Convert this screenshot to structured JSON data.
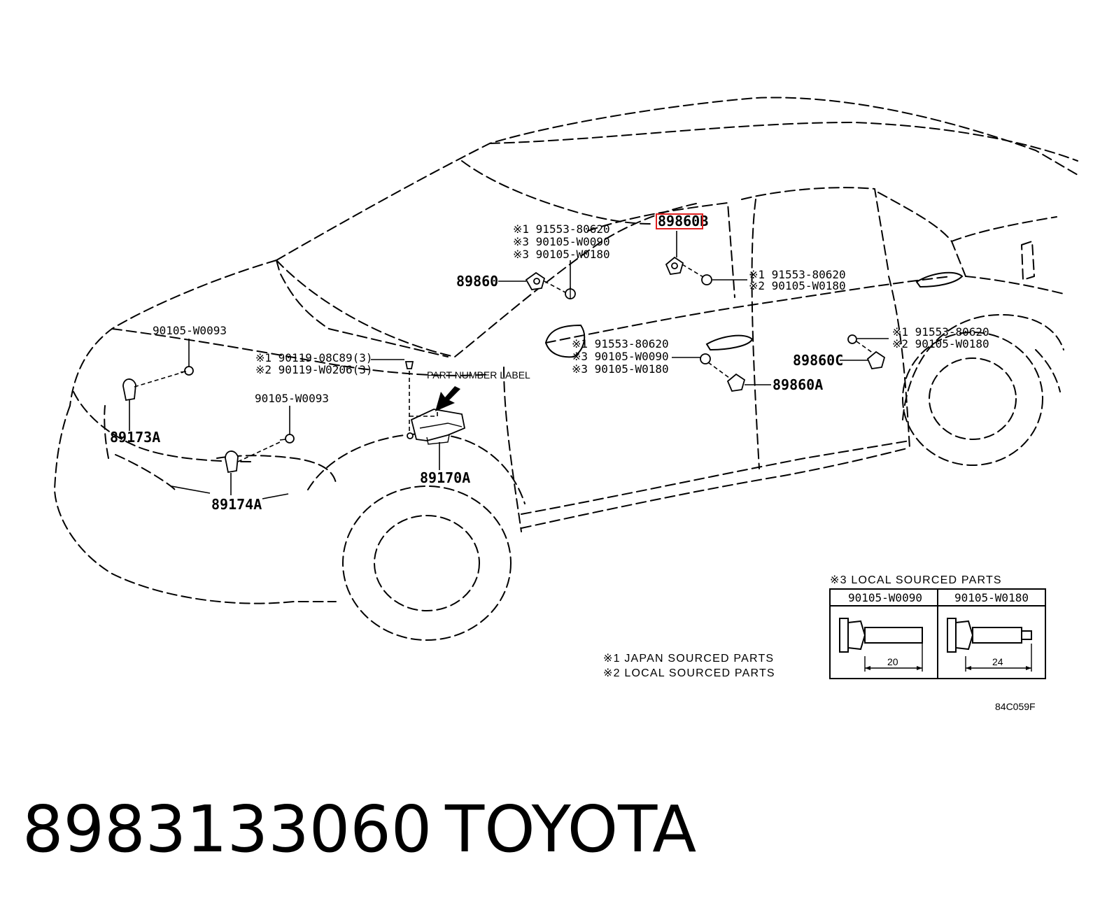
{
  "labels": {
    "p89860": "89860",
    "p89860B": "89860B",
    "p89860A": "89860A",
    "p89860C": "89860C",
    "p89170A": "89170A",
    "p89173A": "89173A",
    "p89174A": "89174A",
    "bolt_hood": "90105-W0093",
    "bolt_front": "90105-W0093",
    "part_number_label": "PART NUMBER LABEL",
    "g1": [
      "※1 91553-80620",
      "※3 90105-W0090",
      "※3 90105-W0180"
    ],
    "g2": [
      "※1 91553-80620",
      "※2 90105-W0180"
    ],
    "g3": [
      "※1 91553-80620",
      "※3 90105-W0090",
      "※3 90105-W0180"
    ],
    "g4": [
      "※1 91553-80620",
      "※2 90105-W0180"
    ],
    "g5": [
      "※1 90119-08C89(3)",
      "※2 90119-W0206(3)"
    ]
  },
  "legend": {
    "note1": "※1 JAPAN SOURCED PARTS",
    "note2": "※2 LOCAL SOURCED PARTS"
  },
  "table": {
    "title": "※3 LOCAL SOURCED PARTS",
    "columns": [
      {
        "part": "90105-W0090",
        "length": "20"
      },
      {
        "part": "90105-W0180",
        "length": "24"
      }
    ]
  },
  "diagram_code": "84C059F",
  "footer": {
    "part_number": "8983133060",
    "brand": "TOYOTA"
  }
}
